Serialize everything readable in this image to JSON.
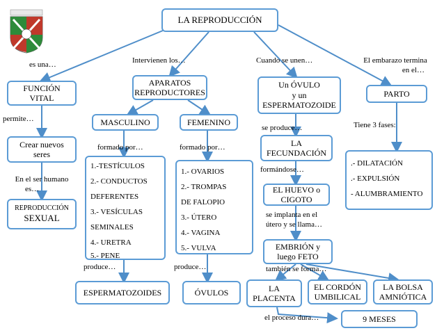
{
  "colors": {
    "border": "#5b9bd5",
    "arrow": "#4f8ec9",
    "text": "#000000"
  },
  "logo": {
    "name": "school-crest"
  },
  "title": "LA REPRODUCCIÓN",
  "nodes": {
    "funcion_vital": "FUNCIÓN VITAL",
    "crear_seres": "Crear nuevos seres",
    "reproduccion_sexual_1": "REPRODUCCIÓN",
    "reproduccion_sexual_2": "SEXUAL",
    "aparatos": "APARATOS REPRODUCTORES",
    "masculino": "MASCULINO",
    "femenino": "FEMENINO",
    "ovulo_1": "Un ÓVULO",
    "ovulo_2": "y un",
    "ovulo_3": "ESPERMATOZOIDE",
    "fecundacion_1": "LA",
    "fecundacion_2": "FECUNDACIÓN",
    "huevo_1": "EL HUEVO o",
    "huevo_2": "CIGOTO",
    "embrion_1": "EMBRIÓN y",
    "embrion_2": "luego FETO",
    "parto": "PARTO",
    "espermatozoides": "ESPERMATOZOIDES",
    "ovulos": "ÓVULOS",
    "placenta_1": "LA",
    "placenta_2": "PLACENTA",
    "cordon_1": "EL CORDÓN",
    "cordon_2": "UMBILICAL",
    "bolsa_1": "LA BOLSA",
    "bolsa_2": "AMNIÓTICA",
    "meses": "9 MESES"
  },
  "lists": {
    "masculino": [
      "1.-TESTÍCULOS",
      "2.- CONDUCTOS",
      "DEFERENTES",
      "3.- VESÍCULAS",
      "SEMINALES",
      "4.- URETRA",
      "5.- PENE"
    ],
    "femenino": [
      "1.- OVARIOS",
      "2.- TROMPAS",
      "DE FALOPIO",
      "3.- ÚTERO",
      "4.- VAGINA",
      "5.- VULVA"
    ],
    "fases": [
      ".- DILATACIÓN",
      ".- EXPULSIÓN",
      "- ALUMBRAMIENTO"
    ]
  },
  "labels": {
    "es_una": "es una…",
    "permite": "permite…",
    "en_el_ser_1": "En el ser humano",
    "en_el_ser_2": "es…",
    "intervienen": "Intervienen los…",
    "formado_1": "formado por…",
    "formado_2": "formado por…",
    "produce_1": "produce…",
    "produce_2": "produce…",
    "cuando": "Cuando se unen…",
    "se_produce": "se produce…",
    "formandose": "formándose…",
    "implanta_1": "se implanta en el",
    "implanta_2": "útero y se llama…",
    "tambien": "también se forma…",
    "proceso": "el proceso dura…",
    "embarazo_1": "El embarazo termina",
    "embarazo_2": "en el…",
    "tiene": "Tiene 3 fases:"
  }
}
